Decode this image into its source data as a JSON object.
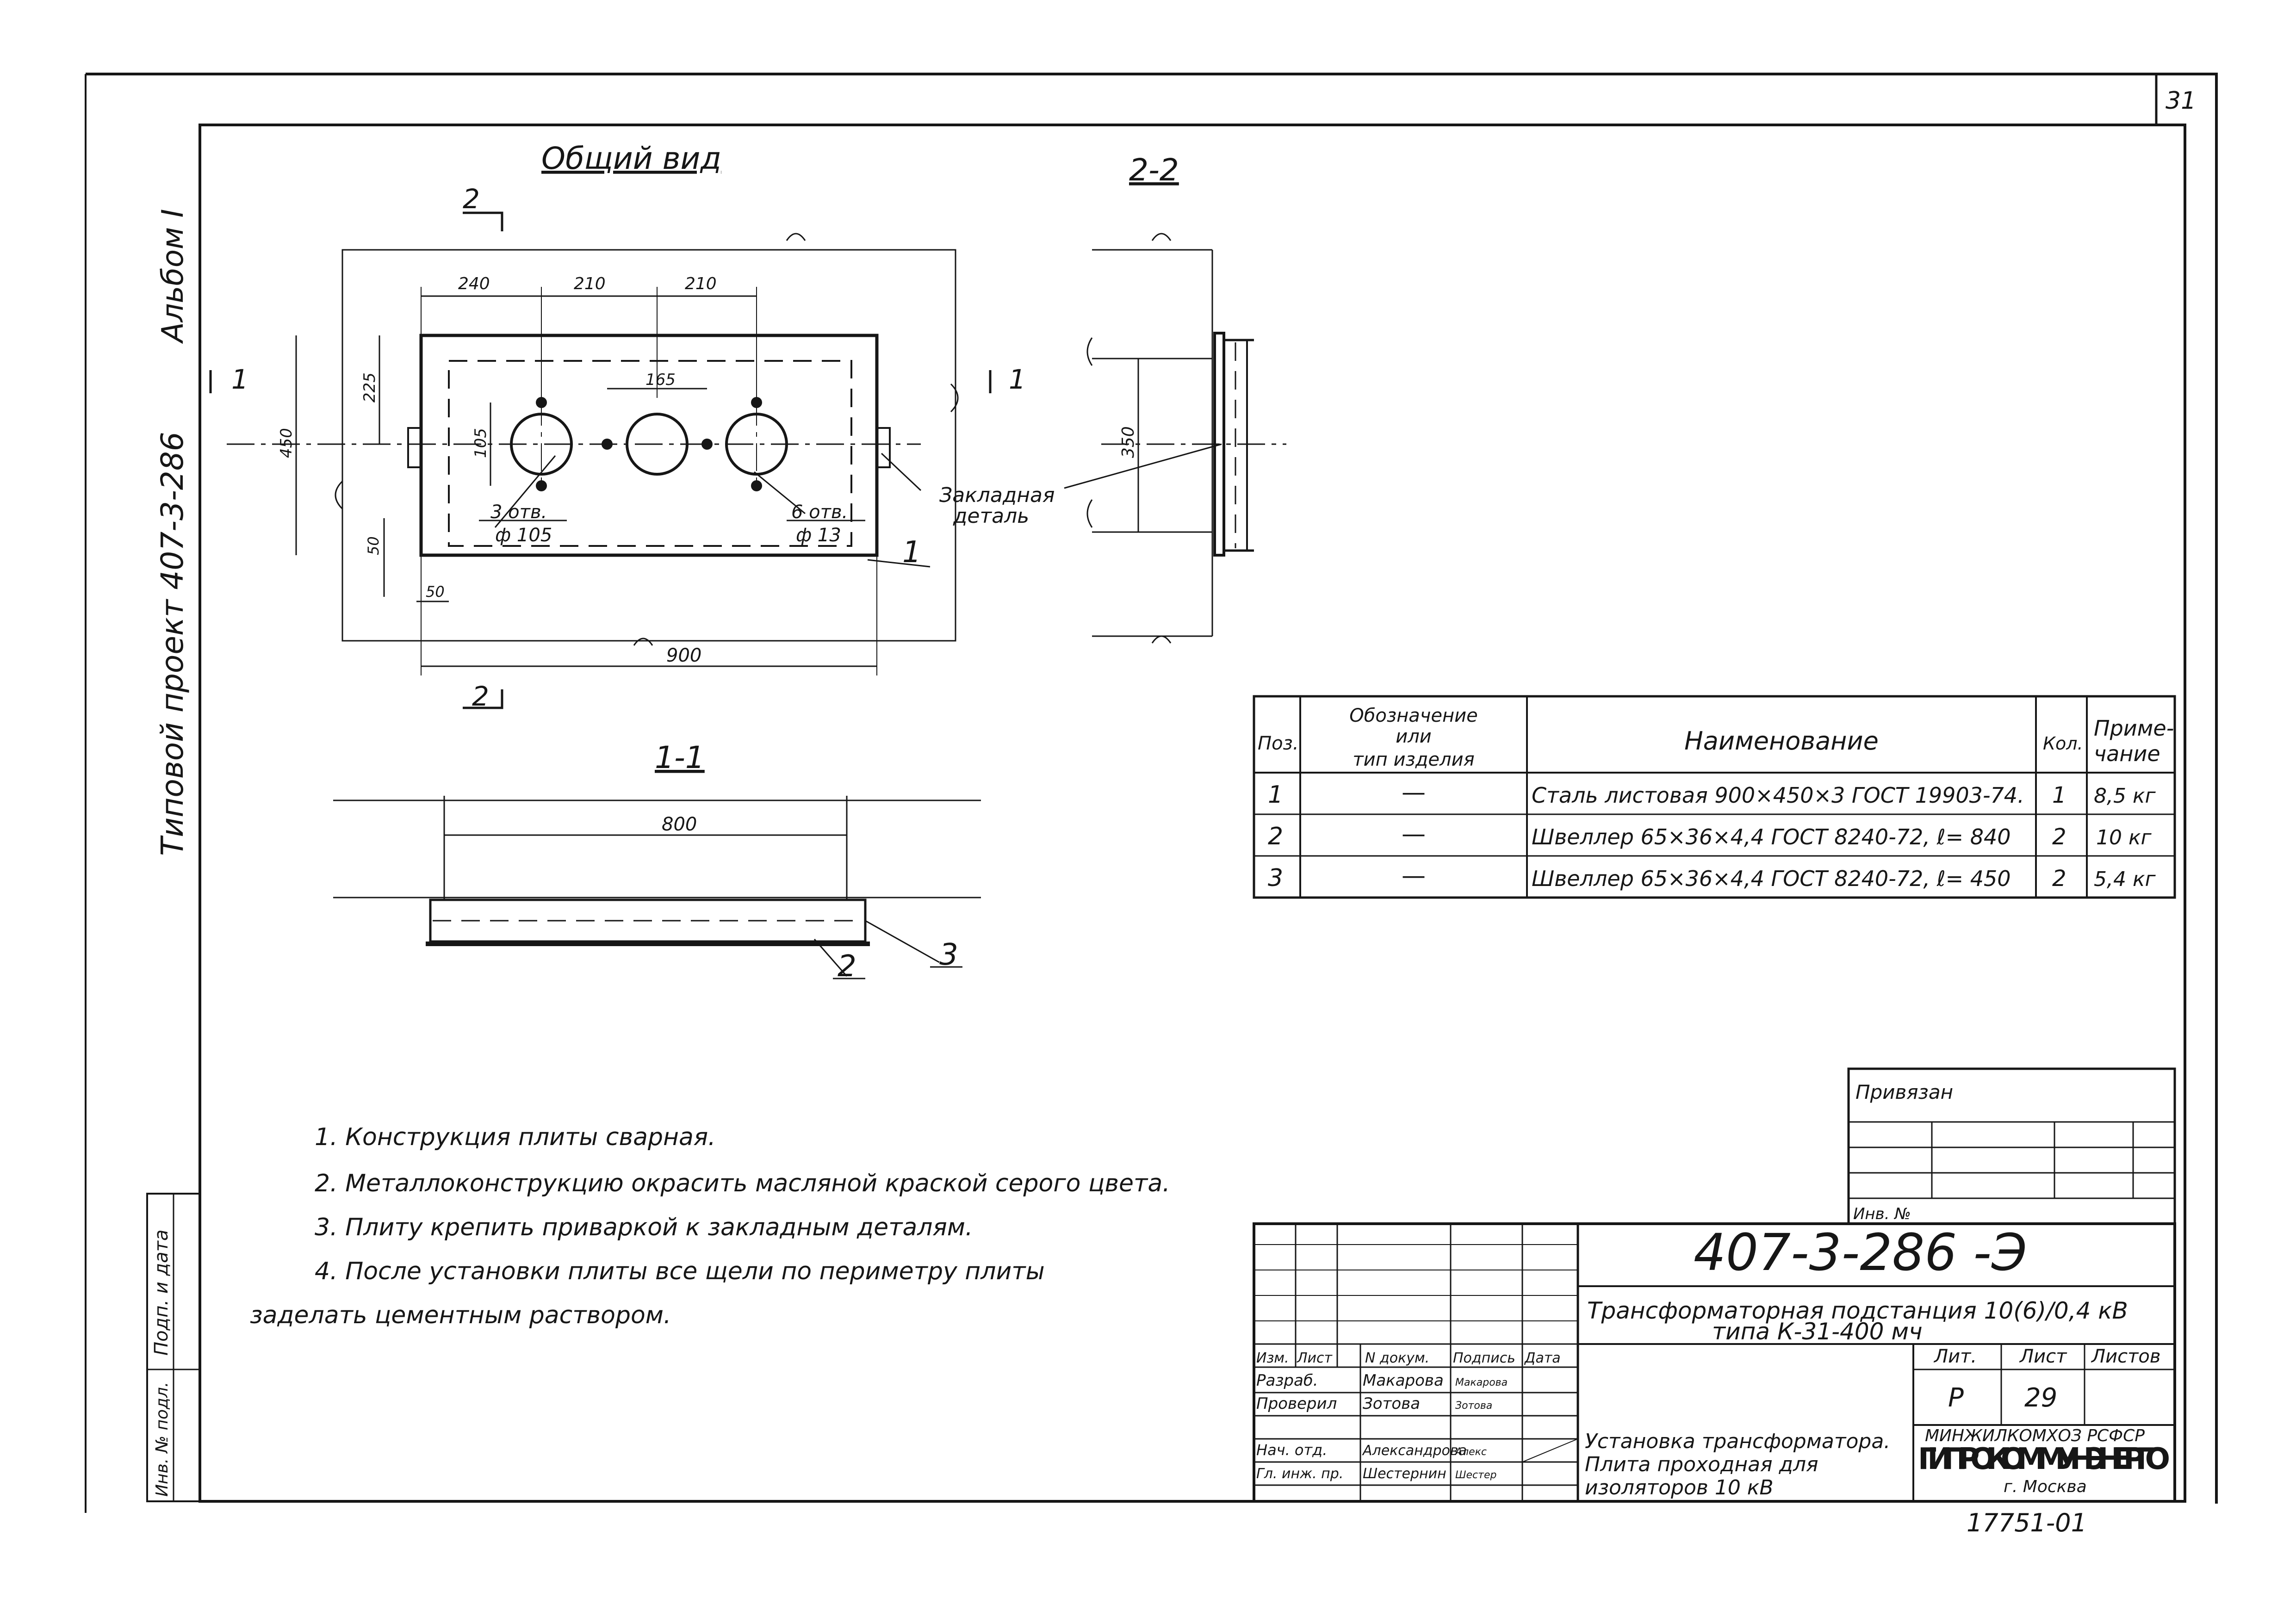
{
  "sheet": {
    "page_number": "31",
    "album_label": "Альбом I",
    "project_label": "Типовой проект 407-3-286",
    "copy_number": "17751-01"
  },
  "views": {
    "general_title": "Общий вид",
    "section_22_title": "2-2",
    "section_11_title": "1-1",
    "cut_mark_2": "2",
    "cut_mark_1": "1",
    "dims": {
      "d240": "240",
      "d210a": "210",
      "d210b": "210",
      "d225": "225",
      "d165": "165",
      "d105": "105",
      "d450": "450",
      "d50v": "50",
      "d50h": "50",
      "d900": "900",
      "d350": "350",
      "d800": "800"
    },
    "callouts": {
      "holes_big_count": "3 отв.",
      "holes_big_dia": "ф 105",
      "holes_small_count": "6 отв.",
      "holes_small_dia": "ф 13",
      "embedded_part_1": "Закладная",
      "embedded_part_2": "деталь",
      "pos1": "1",
      "pos2": "2",
      "pos3": "3"
    }
  },
  "spec_table": {
    "headers": {
      "pos": "Поз.",
      "designation_1": "Обозначение",
      "designation_2": "или",
      "designation_3": "тип изделия",
      "name": "Наименование",
      "qty": "Кол.",
      "note_1": "Приме-",
      "note_2": "чание"
    },
    "rows": [
      {
        "pos": "1",
        "designation": "—",
        "name": "Сталь листовая 900×450×3 ГОСТ 19903-74.",
        "qty": "1",
        "note": "8,5 кг"
      },
      {
        "pos": "2",
        "designation": "—",
        "name": "Швеллер 65×36×4,4 ГОСТ 8240-72, ℓ= 840",
        "qty": "2",
        "note": "10 кг"
      },
      {
        "pos": "3",
        "designation": "—",
        "name": "Швеллер 65×36×4,4 ГОСТ 8240-72, ℓ= 450",
        "qty": "2",
        "note": "5,4 кг"
      }
    ]
  },
  "notes": [
    "1. Конструкция плиты сварная.",
    "2. Металлоконструкцию окрасить масляной краской серого цвета.",
    "3. Плиту крепить приваркой к закладным деталям.",
    "4. После установки плиты все щели по периметру плиты",
    "заделать цементным раствором."
  ],
  "binding_block": {
    "title": "Привязан",
    "inv_label": "Инв. №"
  },
  "side_stamp": {
    "sign_date": "Подп. и дата",
    "inv_orig": "Инв. № подл."
  },
  "title_block": {
    "doc_code": "407-3-286 -Э",
    "object_line1": "Трансформаторная подстанция 10(6)/0,4 кВ",
    "object_line2": "типа К-31-400 мч",
    "headers": [
      "Изм.",
      "Лист",
      "N докум.",
      "Подпись",
      "Дата"
    ],
    "people": [
      {
        "role": "Разраб.",
        "name": "Макарова",
        "sign": "Макарова"
      },
      {
        "role": "Проверил",
        "name": "Зотова",
        "sign": "Зотова"
      },
      {
        "role": "Нач. отд.",
        "name": "Александрова",
        "sign": "Алекс"
      },
      {
        "role": "Гл. инж. пр.",
        "name": "Шестернин",
        "sign": "Шестер"
      }
    ],
    "stage_header": "Лит.",
    "sheet_header": "Лист",
    "sheets_header": "Листов",
    "stage": "Р",
    "sheet": "29",
    "drawing_line1": "Установка трансформатора.",
    "drawing_line2": "Плита проходная для",
    "drawing_line3": "изоляторов 10 кВ",
    "org_top": "МИНЖИЛКОМХОЗ РСФСР",
    "org_name": "ГИПРОКОММУНЭНЕРГО",
    "org_city": "г. Москва"
  }
}
